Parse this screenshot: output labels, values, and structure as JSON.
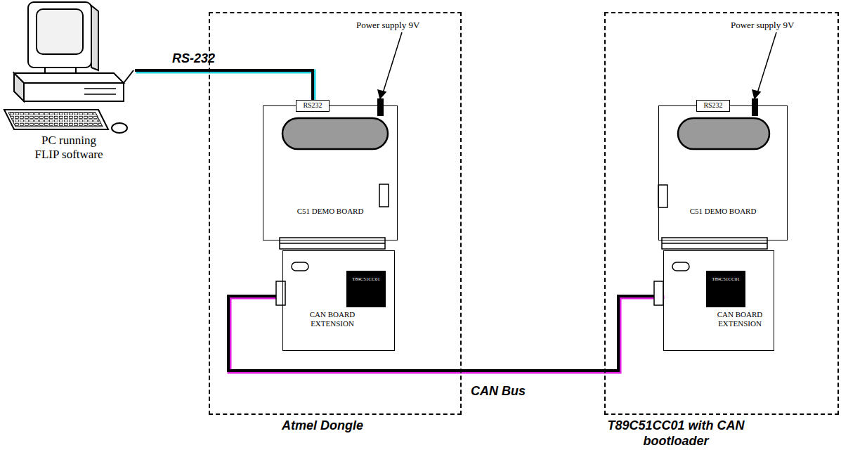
{
  "diagram": {
    "nodes": [
      {
        "text": [
          "PC running FLIP software"
        ]
      },
      {
        "text": [
          "Atmel Dongle"
        ]
      },
      {
        "text": [
          "C51 DEMO BOARD"
        ],
        "in": 1
      },
      {
        "text": [
          "RS232"
        ],
        "in": 2
      },
      {
        "text": [
          "CAN BOARD EXTENSION"
        ],
        "in": 1
      },
      {
        "text": [
          "T89C51CC01"
        ],
        "in": 4
      },
      {
        "text": [
          "T89C51CC01 with CAN bootloader"
        ]
      },
      {
        "text": [
          "C51 DEMO BOARD"
        ],
        "in": 6
      },
      {
        "text": [
          "RS232"
        ],
        "in": 7
      },
      {
        "text": [
          "CAN BOARD EXTENSION"
        ],
        "in": 6
      },
      {
        "text": [
          "T89C51CC01"
        ],
        "in": 9
      }
    ],
    "edges": [
      {
        "from": 0,
        "to": 3,
        "label": "RS-232",
        "arrow": "none"
      },
      {
        "from": 4,
        "to": 9,
        "label": "CAN Bus",
        "arrow": "none"
      }
    ],
    "labels": [
      "Power supply 9V",
      "Power supply 9V"
    ]
  }
}
